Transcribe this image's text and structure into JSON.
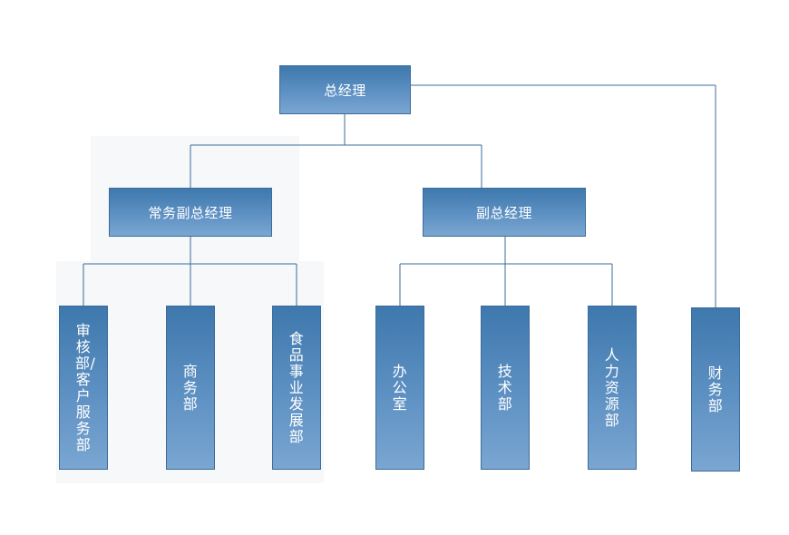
{
  "nodes": {
    "general_manager": "总经理",
    "executive_deputy_gm": "常务副总经理",
    "deputy_gm": "副总经理",
    "audit_dept": "审核部/客户服务部",
    "commerce_dept": "商务部",
    "food_dept": "食品事业发展部",
    "office": "办公室",
    "tech_dept": "技术部",
    "hr_dept": "人力资源部",
    "finance_dept": "财务部"
  },
  "colors": {
    "box_top": "#3e78ad",
    "box_bottom": "#7aa6d1",
    "line": "#3b6c99",
    "text": "#ffffff"
  }
}
